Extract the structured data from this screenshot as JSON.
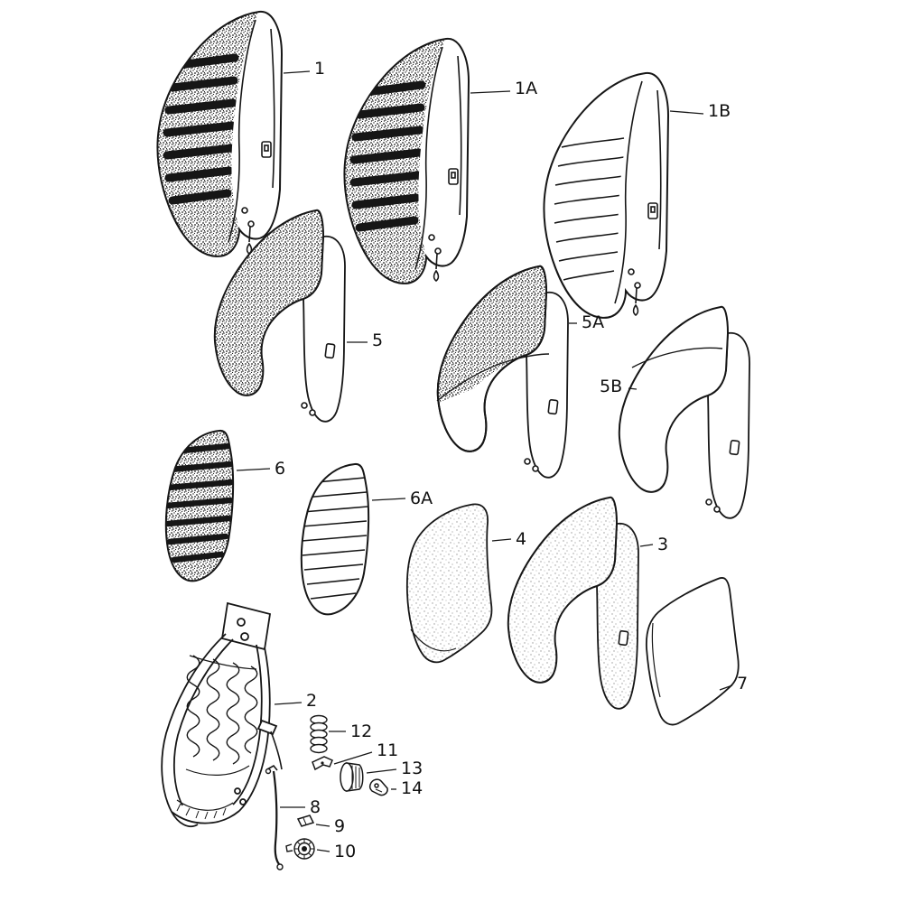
{
  "diagram": {
    "background": "#ffffff",
    "line_color": "#161616",
    "texture_dark": "#1a1a1a",
    "foam_dot": "#9a9a9a",
    "parts": {
      "1": {
        "label": "1"
      },
      "1A": {
        "label": "1A"
      },
      "1B": {
        "label": "1B"
      },
      "5": {
        "label": "5"
      },
      "5A": {
        "label": "5A"
      },
      "5B": {
        "label": "5B"
      },
      "6": {
        "label": "6"
      },
      "6A": {
        "label": "6A"
      },
      "4": {
        "label": "4"
      },
      "3": {
        "label": "3"
      },
      "7": {
        "label": "7"
      },
      "2": {
        "label": "2"
      },
      "12": {
        "label": "12"
      },
      "11": {
        "label": "11"
      },
      "13": {
        "label": "13"
      },
      "14": {
        "label": "14"
      },
      "8": {
        "label": "8"
      },
      "9": {
        "label": "9"
      },
      "10": {
        "label": "10"
      }
    }
  }
}
